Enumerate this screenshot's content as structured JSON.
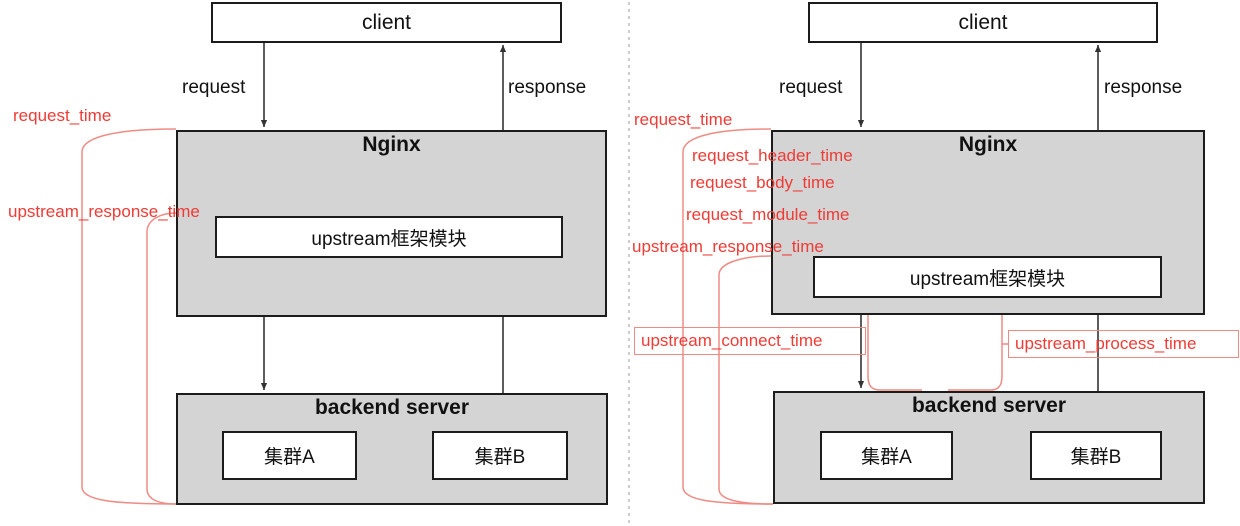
{
  "diagram": {
    "title": "Nginx request timing metrics",
    "colors": {
      "red_accent": "#ef3b35",
      "red_line": "#ef8b85",
      "box_fill_gray": "#d4d4d4",
      "box_fill_white": "#ffffff",
      "stroke": "#1c1c1c"
    },
    "divider": "vertical-dashed-divider"
  },
  "left": {
    "nodes": {
      "client": "client",
      "nginx": "Nginx",
      "upstream_module": "upstream框架模块",
      "backend": "backend server",
      "cluster_a": "集群A",
      "cluster_b": "集群B"
    },
    "edges": {
      "request": "request",
      "response": "response"
    },
    "metrics": [
      "request_time",
      "upstream_response_time"
    ]
  },
  "right": {
    "nodes": {
      "client": "client",
      "nginx": "Nginx",
      "upstream_module": "upstream框架模块",
      "backend": "backend server",
      "cluster_a": "集群A",
      "cluster_b": "集群B"
    },
    "edges": {
      "request": "request",
      "response": "response"
    },
    "metrics": [
      "request_time",
      "request_header_time",
      "request_body_time",
      "request_module_time",
      "upstream_response_time"
    ],
    "boxed_metrics": [
      "upstream_connect_time",
      "upstream_process_time"
    ]
  }
}
